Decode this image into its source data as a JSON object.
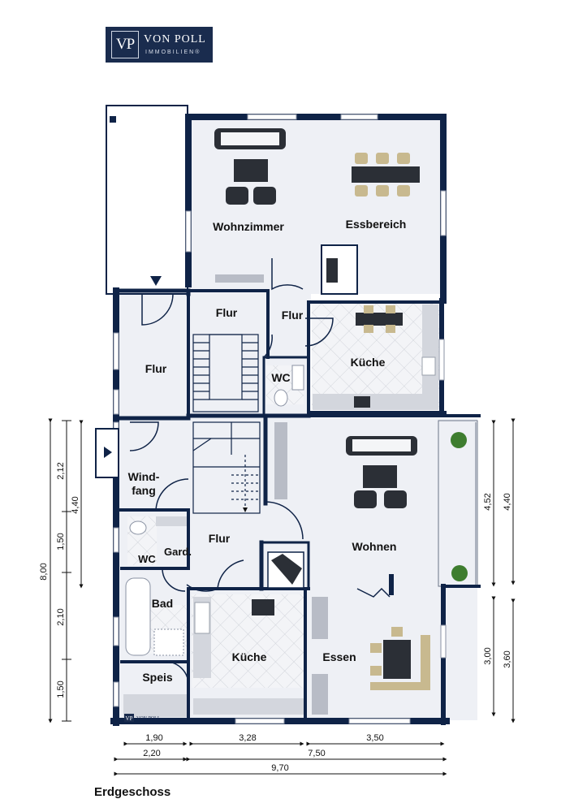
{
  "logo": {
    "mark": "VP",
    "name": "VON POLL",
    "sub": "IMMOBILIEN®"
  },
  "plan_watermark": {
    "mark": "VP",
    "name": "VON POLL",
    "sub": "IMMOBILIEN"
  },
  "floor_title": "Erdgeschoss",
  "rooms": {
    "wohnzimmer": "Wohnzimmer",
    "essbereich": "Essbereich",
    "flur_upper_left": "Flur",
    "flur_upper_mid": "Flur",
    "flur_upper_right": "Flur",
    "kueche_upper": "Küche",
    "wc_upper": "WC",
    "windfang_1": "Wind-",
    "windfang_2": "fang",
    "flur_lower": "Flur",
    "wohnen": "Wohnen",
    "wc_lower": "WC",
    "gard": "Gard.",
    "bad": "Bad",
    "kueche_lower": "Küche",
    "essen": "Essen",
    "speis": "Speis"
  },
  "dimensions": {
    "left_outer": "8,00",
    "left_a": "2,12",
    "left_b": "1,50",
    "left_c": "2,10",
    "left_d": "1,50",
    "left_inner": "4,40",
    "right_a": "4,52",
    "right_b": "3,00",
    "right_outer_a": "4,40",
    "right_outer_b": "3,60",
    "bottom_a": "1,90",
    "bottom_b": "3,28",
    "bottom_c": "3,50",
    "bottom_d": "2,20",
    "bottom_e": "7,50",
    "bottom_total": "9,70"
  },
  "colors": {
    "wall": "#0f2347",
    "floor": "#eef0f5",
    "tile": "#dde0e7",
    "accent": "#1a2c4e"
  }
}
